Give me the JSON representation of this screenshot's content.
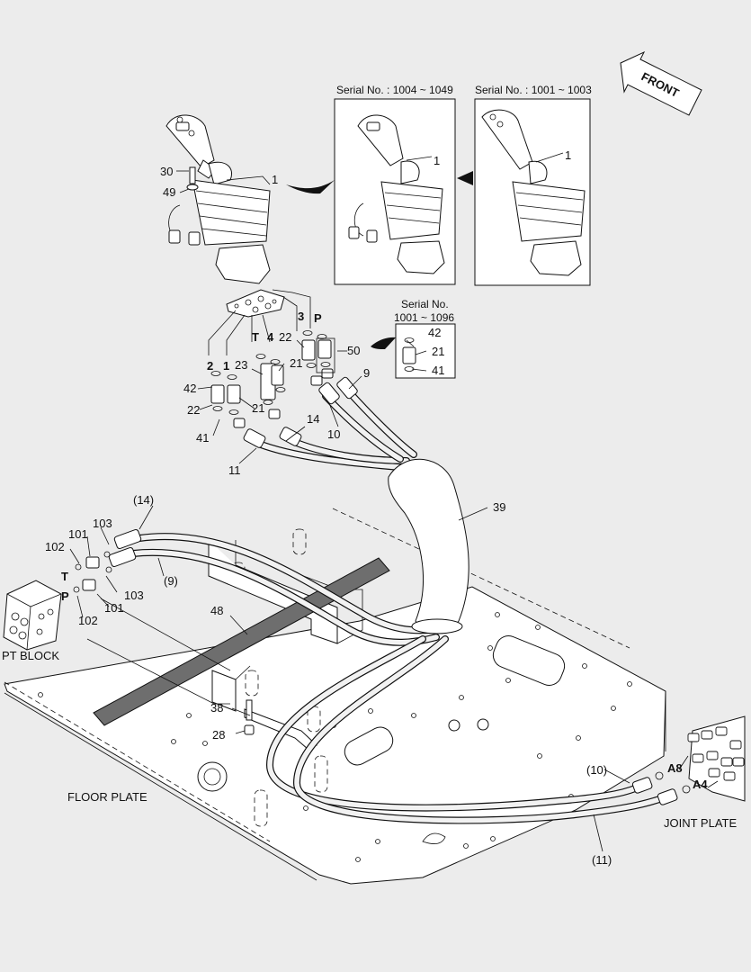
{
  "serial_labels": {
    "serial_a": "Serial No. : 1004 ~ 1049",
    "serial_b": "Serial No. : 1001 ~ 1003",
    "serial_c_line1": "Serial No.",
    "serial_c_line2": "1001 ~ 1096"
  },
  "direction_label": "FRONT",
  "component_labels": {
    "pt_block": "PT BLOCK",
    "floor_plate": "FLOOR PLATE",
    "joint_plate": "JOINT PLATE"
  },
  "port_labels": {
    "p1": "2",
    "p2": "1",
    "p3": "T",
    "p4": "4",
    "p5": "3",
    "p6": "P",
    "pt_t": "T",
    "pt_p": "P",
    "a8": "A8",
    "a4": "A4"
  },
  "callouts": {
    "c1_main": "1",
    "c1_a": "1",
    "c1_b": "1",
    "c30": "30",
    "c49": "49",
    "c22_a": "22",
    "c22_b": "22",
    "c23": "23",
    "c21_a": "21",
    "c21_b": "21",
    "c21_c": "21",
    "c42_a": "42",
    "c42_b": "42",
    "c41_a": "41",
    "c41_b": "41",
    "c50": "50",
    "c9": "9",
    "c10": "10",
    "c11": "11",
    "c14": "14",
    "c39": "39",
    "c48": "48",
    "c38": "38",
    "c28": "28",
    "c14p": "(14)",
    "c9p": "(9)",
    "c10p": "(10)",
    "c11p": "(11)",
    "c101_a": "101",
    "c101_b": "101",
    "c102_a": "102",
    "c102_b": "102",
    "c103_a": "103",
    "c103_b": "103"
  },
  "colors": {
    "background": "#ececec",
    "line": "#111111",
    "part_fill": "#ffffff",
    "rubber": "#2b2b2b",
    "strip": "#6e6e6e"
  }
}
